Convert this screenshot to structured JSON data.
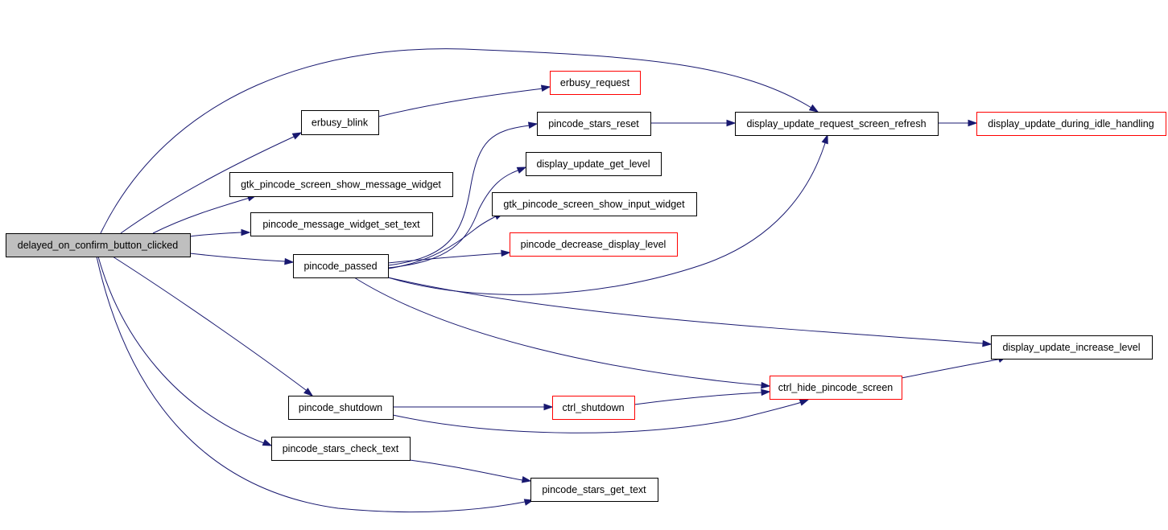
{
  "graph": {
    "colors": {
      "edge": "#191970",
      "root_fill": "#bfbfbf",
      "node_border": "#000000",
      "truncated_border": "#ff0000",
      "node_fill": "#ffffff"
    },
    "nodes": [
      {
        "id": "root",
        "label": "delayed_on_confirm_button_clicked",
        "style": "root"
      },
      {
        "id": "erbusy_blink",
        "label": "erbusy_blink",
        "style": "normal"
      },
      {
        "id": "erbusy_request",
        "label": "erbusy_request",
        "style": "truncated"
      },
      {
        "id": "show_message_widget",
        "label": "gtk_pincode_screen_show_message_widget",
        "style": "normal"
      },
      {
        "id": "message_widget_set_text",
        "label": "pincode_message_widget_set_text",
        "style": "normal"
      },
      {
        "id": "pincode_passed",
        "label": "pincode_passed",
        "style": "normal"
      },
      {
        "id": "stars_reset",
        "label": "pincode_stars_reset",
        "style": "normal"
      },
      {
        "id": "get_level",
        "label": "display_update_get_level",
        "style": "normal"
      },
      {
        "id": "show_input_widget",
        "label": "gtk_pincode_screen_show_input_widget",
        "style": "normal"
      },
      {
        "id": "decrease_display_level",
        "label": "pincode_decrease_display_level",
        "style": "truncated"
      },
      {
        "id": "request_screen_refresh",
        "label": "display_update_request_screen_refresh",
        "style": "normal"
      },
      {
        "id": "during_idle_handling",
        "label": "display_update_during_idle_handling",
        "style": "truncated"
      },
      {
        "id": "increase_level",
        "label": "display_update_increase_level",
        "style": "normal"
      },
      {
        "id": "hide_pincode_screen",
        "label": "ctrl_hide_pincode_screen",
        "style": "truncated"
      },
      {
        "id": "pincode_shutdown",
        "label": "pincode_shutdown",
        "style": "normal"
      },
      {
        "id": "ctrl_shutdown",
        "label": "ctrl_shutdown",
        "style": "truncated"
      },
      {
        "id": "stars_check_text",
        "label": "pincode_stars_check_text",
        "style": "normal"
      },
      {
        "id": "stars_get_text",
        "label": "pincode_stars_get_text",
        "style": "normal"
      }
    ],
    "edges": [
      {
        "from": "root",
        "to": "request_screen_refresh"
      },
      {
        "from": "root",
        "to": "erbusy_blink"
      },
      {
        "from": "root",
        "to": "show_message_widget"
      },
      {
        "from": "root",
        "to": "message_widget_set_text"
      },
      {
        "from": "root",
        "to": "pincode_passed"
      },
      {
        "from": "root",
        "to": "pincode_shutdown"
      },
      {
        "from": "root",
        "to": "stars_check_text"
      },
      {
        "from": "root",
        "to": "stars_get_text"
      },
      {
        "from": "erbusy_blink",
        "to": "erbusy_request"
      },
      {
        "from": "pincode_passed",
        "to": "stars_reset"
      },
      {
        "from": "pincode_passed",
        "to": "get_level"
      },
      {
        "from": "pincode_passed",
        "to": "show_input_widget"
      },
      {
        "from": "pincode_passed",
        "to": "decrease_display_level"
      },
      {
        "from": "pincode_passed",
        "to": "request_screen_refresh"
      },
      {
        "from": "pincode_passed",
        "to": "increase_level"
      },
      {
        "from": "pincode_passed",
        "to": "hide_pincode_screen"
      },
      {
        "from": "stars_reset",
        "to": "request_screen_refresh"
      },
      {
        "from": "request_screen_refresh",
        "to": "during_idle_handling"
      },
      {
        "from": "pincode_shutdown",
        "to": "ctrl_shutdown"
      },
      {
        "from": "pincode_shutdown",
        "to": "hide_pincode_screen"
      },
      {
        "from": "ctrl_shutdown",
        "to": "hide_pincode_screen"
      },
      {
        "from": "hide_pincode_screen",
        "to": "increase_level"
      },
      {
        "from": "stars_check_text",
        "to": "stars_get_text"
      }
    ]
  }
}
